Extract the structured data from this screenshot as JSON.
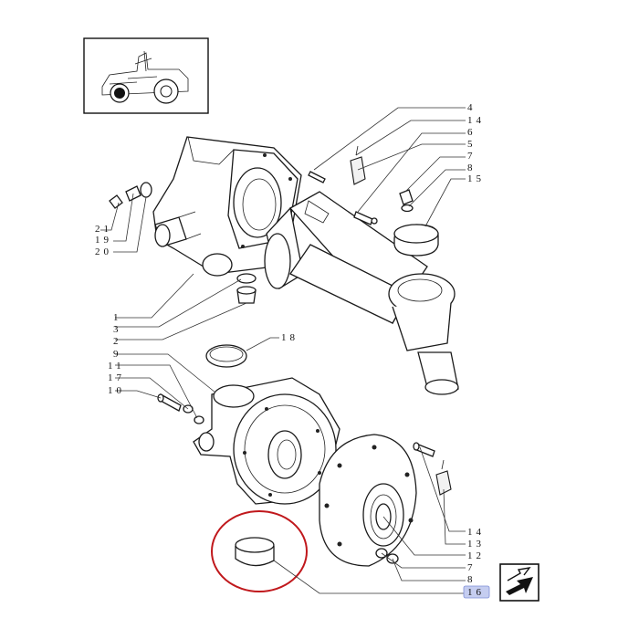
{
  "callouts": {
    "c4": "4",
    "c14a": "14",
    "c6": "6",
    "c5": "5",
    "c7a": "7",
    "c8a": "8",
    "c15": "15",
    "c21": "21",
    "c19": "19",
    "c20": "20",
    "c1": "1",
    "c3": "3",
    "c2": "2",
    "c18": "18",
    "c9": "9",
    "c11": "11",
    "c17": "17",
    "c10": "10",
    "c14b": "14",
    "c13": "13",
    "c12": "12",
    "c7b": "7",
    "c8b": "8",
    "c16": "16"
  },
  "highlight": {
    "part": "16",
    "circle_color": "#c0181c",
    "label_bg": "#c5cdf0"
  },
  "icons": {
    "thumbnail": "tractor-thumbnail-icon",
    "nav": "next-page-arrow-icon"
  }
}
